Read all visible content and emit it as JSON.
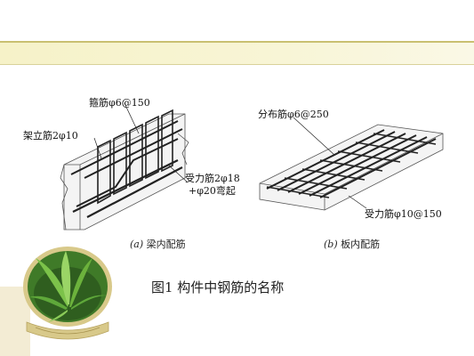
{
  "labels": {
    "stirrup": "箍筋φ6@150",
    "erection_bar": "架立筋2φ10",
    "main_bar_line1": "受力筋2φ18",
    "main_bar_line2": "+φ20弯起",
    "distribution_bar": "分布筋φ6@250",
    "slab_main_bar": "受力筋φ10@150"
  },
  "captions": {
    "beam_letter": "(a)",
    "beam_text": "梁内配筋",
    "slab_letter": "(b)",
    "slab_text": "板内配筋"
  },
  "figure_title": "图1 构件中钢筋的名称",
  "colors": {
    "header_band": "#f6f2c8",
    "header_line": "#c9c071",
    "frame_gold": "#d8c98a",
    "leaf_green": "#5fa83a"
  }
}
